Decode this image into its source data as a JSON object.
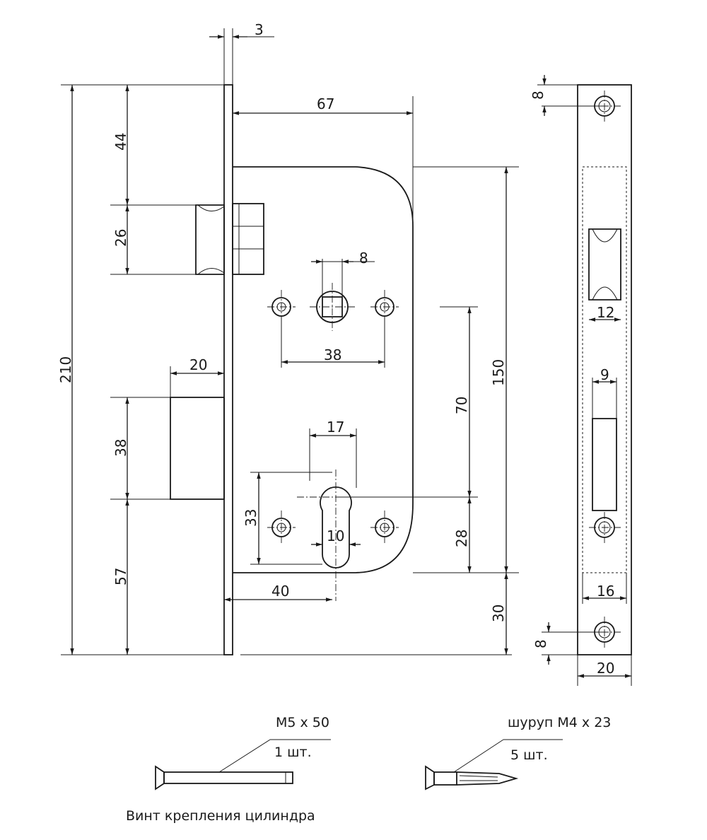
{
  "dimensions": {
    "plate_thickness": "3",
    "backset_full": "67",
    "top_to_latch": "44",
    "latch_height": "26",
    "total_height": "210",
    "spindle_square": "8",
    "spindle_holes_spacing": "38",
    "bolt_throw": "20",
    "bolt_height": "38",
    "bottom_to_bolt": "57",
    "body_height": "150",
    "spindle_to_cylinder": "70",
    "cylinder_width": "17",
    "cylinder_holes_spacing": "33",
    "cylinder_slot": "10",
    "cylinder_to_body_bottom": "28",
    "backset": "40",
    "body_bottom_offset": "30"
  },
  "faceplate": {
    "top_hole_offset": "8",
    "bottom_hole_offset": "8",
    "latch_window_width": "12",
    "bolt_window_width": "9",
    "inner_width": "16",
    "plate_width": "20"
  },
  "accessories": {
    "screw_cylinder": {
      "spec": "M5 x 50",
      "qty": "1 шт.",
      "caption": "Винт крепления цилиндра"
    },
    "screw_wood": {
      "spec": "шуруп M4 x 23",
      "qty": "5 шт."
    }
  }
}
